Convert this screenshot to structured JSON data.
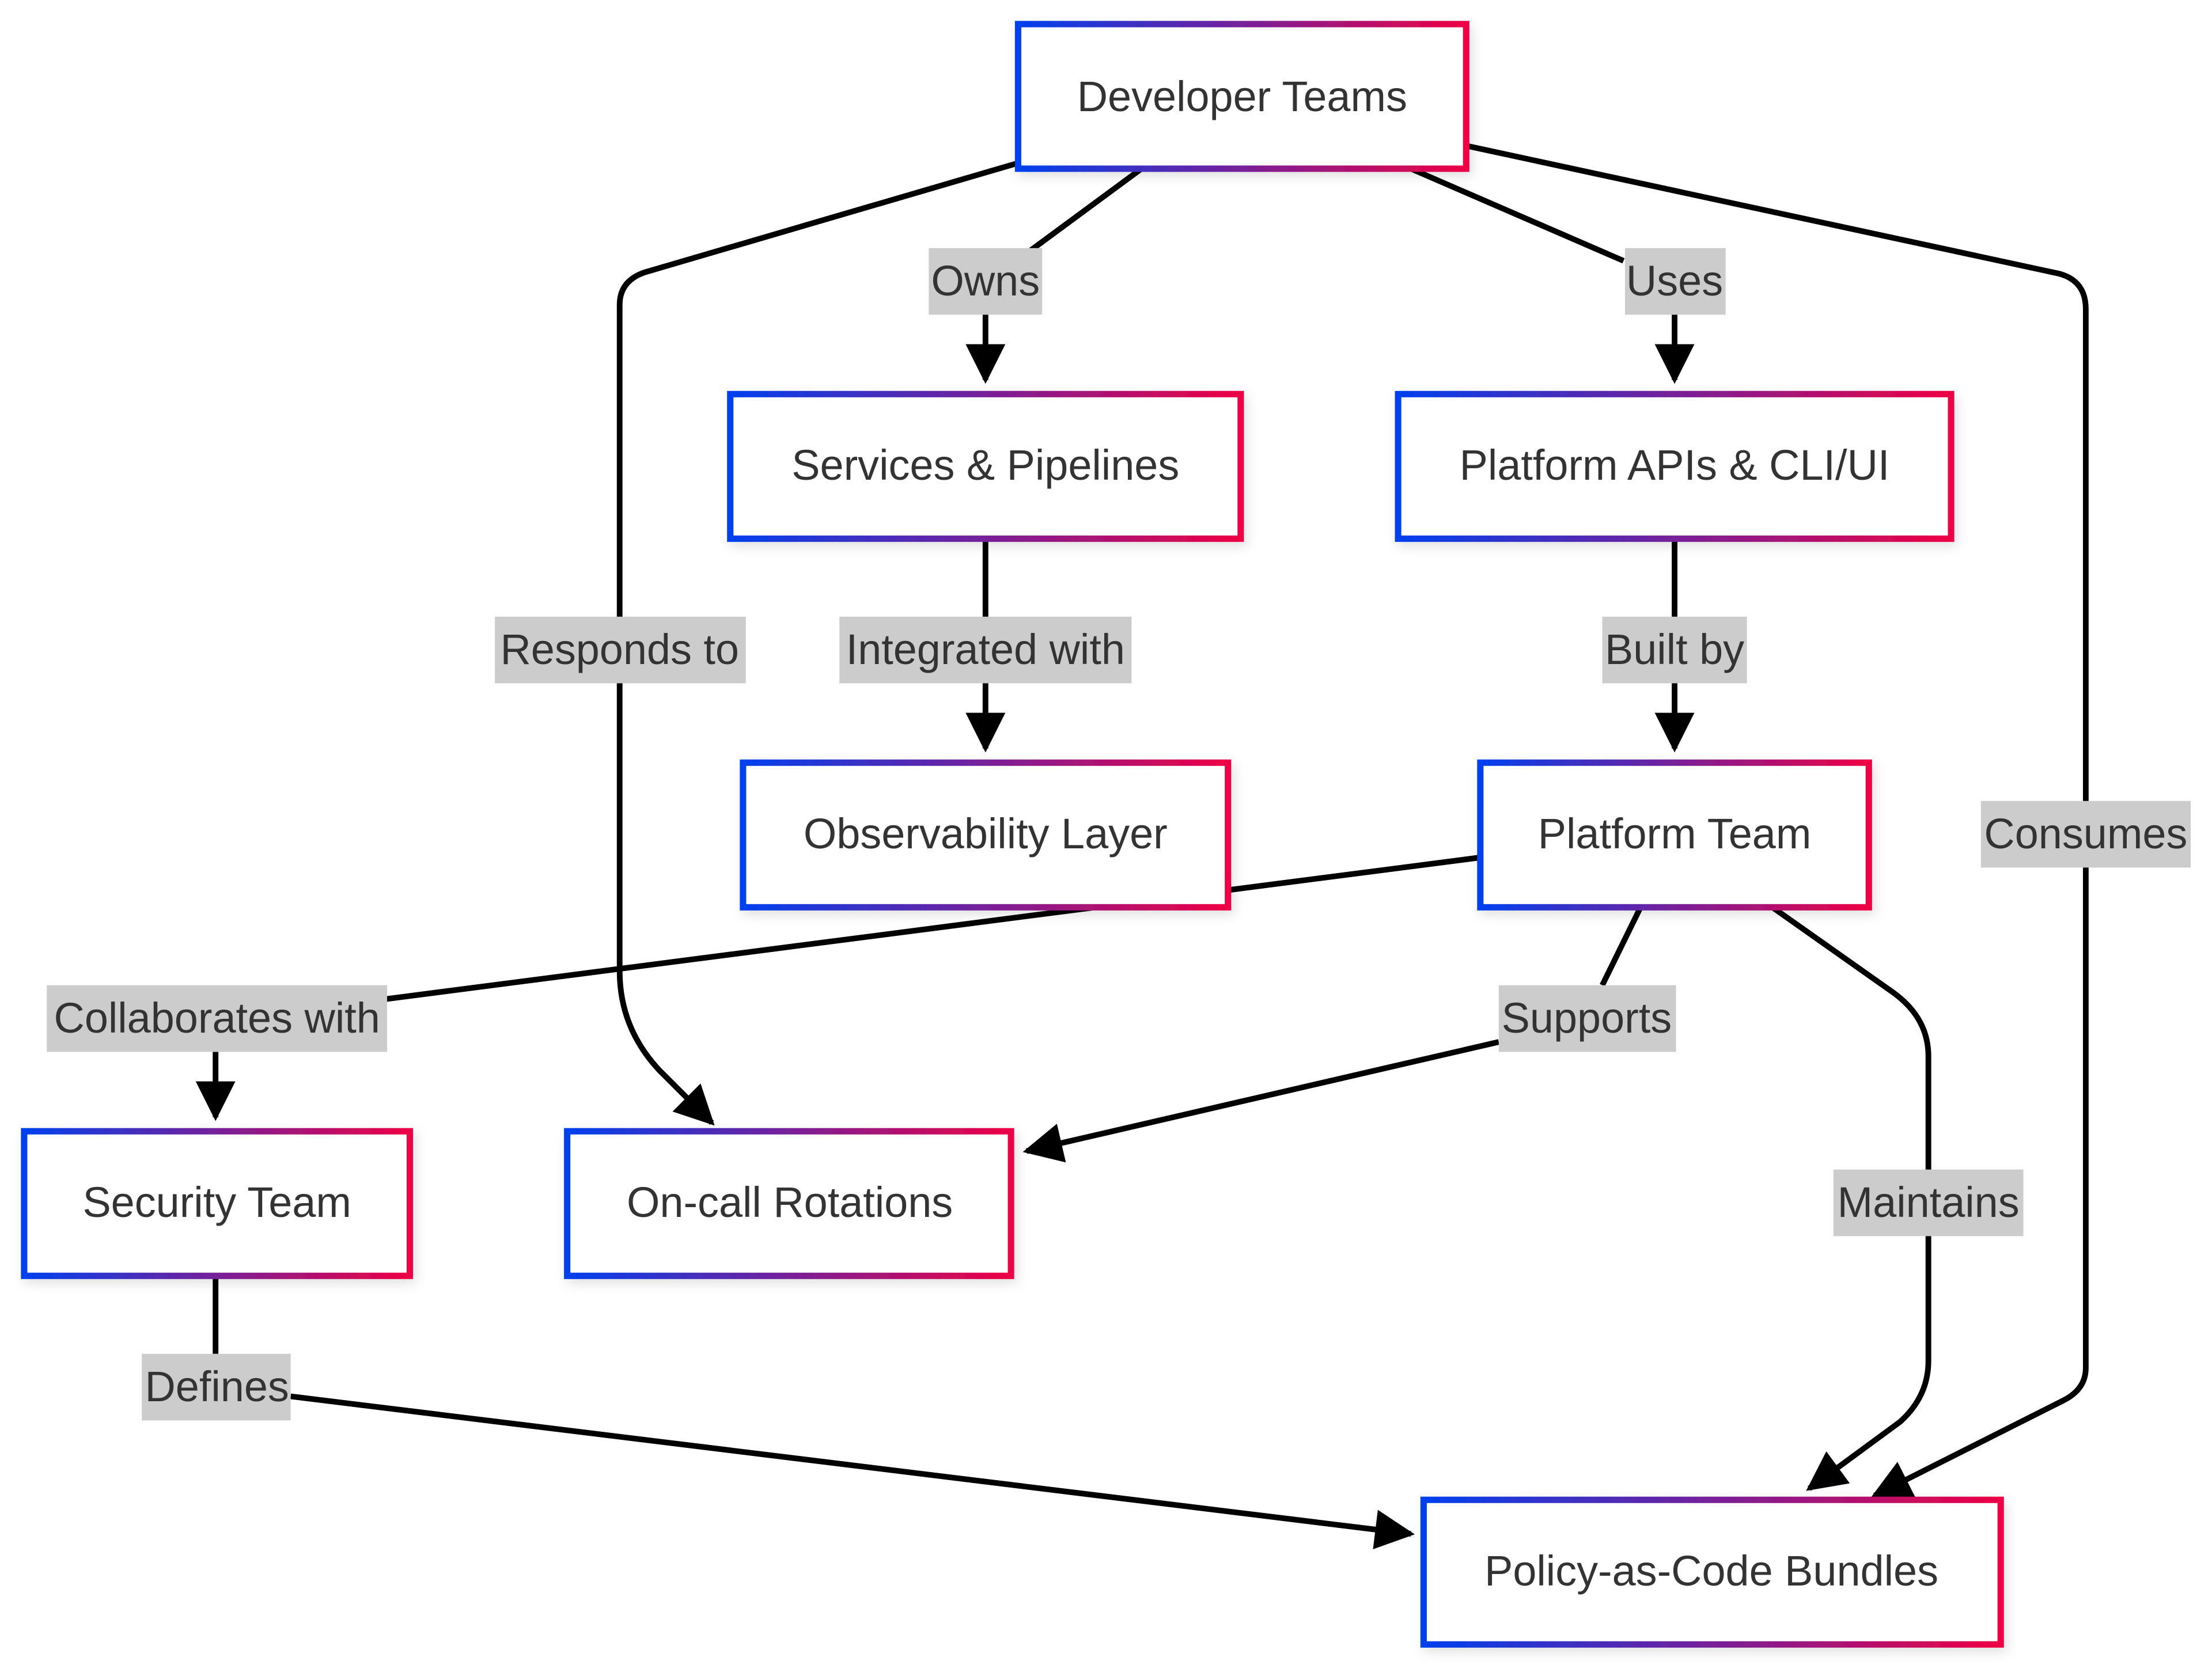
{
  "diagram": {
    "type": "flowchart",
    "colors": {
      "node_border_start": "#0040ee",
      "node_border_end": "#ee0044",
      "edge": "#000000",
      "label_background": "#cccccc",
      "text": "#333333",
      "background": "#ffffff"
    },
    "nodes": [
      {
        "id": "dev",
        "label": "Developer Teams"
      },
      {
        "id": "svc",
        "label": "Services & Pipelines"
      },
      {
        "id": "api",
        "label": "Platform APIs & CLI/UI"
      },
      {
        "id": "obs",
        "label": "Observability Layer"
      },
      {
        "id": "plat",
        "label": "Platform Team"
      },
      {
        "id": "sec",
        "label": "Security Team"
      },
      {
        "id": "oncall",
        "label": "On-call Rotations"
      },
      {
        "id": "policy",
        "label": "Policy-as-Code Bundles"
      }
    ],
    "edges": [
      {
        "from": "dev",
        "to": "svc",
        "label": "Owns"
      },
      {
        "from": "dev",
        "to": "api",
        "label": "Uses"
      },
      {
        "from": "dev",
        "to": "oncall",
        "label": "Responds to"
      },
      {
        "from": "dev",
        "to": "policy",
        "label": "Consumes"
      },
      {
        "from": "svc",
        "to": "obs",
        "label": "Integrated with"
      },
      {
        "from": "api",
        "to": "plat",
        "label": "Built by"
      },
      {
        "from": "plat",
        "to": "sec",
        "label": "Collaborates with"
      },
      {
        "from": "plat",
        "to": "oncall",
        "label": "Supports"
      },
      {
        "from": "plat",
        "to": "policy",
        "label": "Maintains"
      },
      {
        "from": "sec",
        "to": "policy",
        "label": "Defines"
      }
    ]
  }
}
